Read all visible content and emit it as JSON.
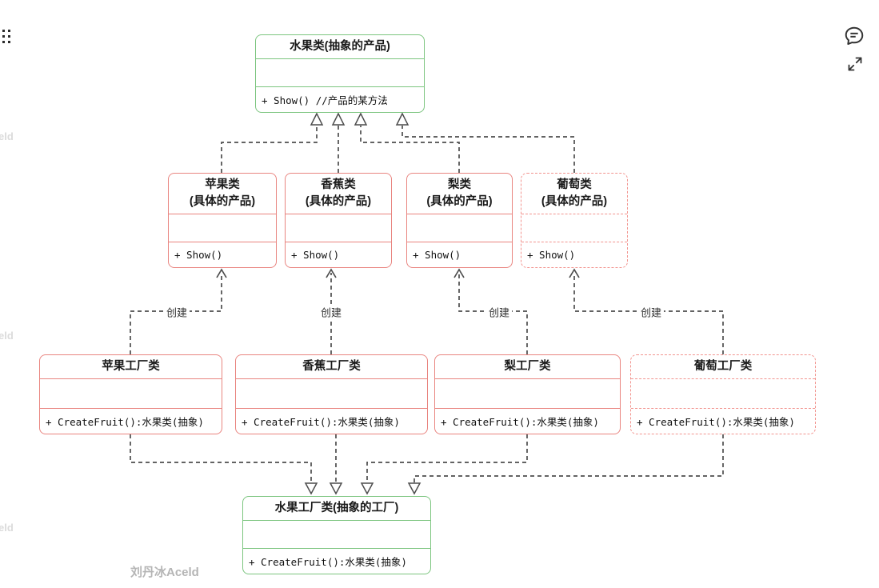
{
  "colors": {
    "abstract_border": "#7cc57f",
    "concrete_border": "#e98580",
    "planned_dashed_border": "#f2948f",
    "connector": "#4d4d4d",
    "watermark": "#b5b5b5"
  },
  "classes": {
    "abstract_product": {
      "title": "水果类(抽象的产品)",
      "method": "+ Show() //产品的某方法"
    },
    "apple_product": {
      "title": "苹果类",
      "subtitle": "(具体的产品)",
      "method": "+ Show()"
    },
    "banana_product": {
      "title": "香蕉类",
      "subtitle": "(具体的产品)",
      "method": "+ Show()"
    },
    "pear_product": {
      "title": "梨类",
      "subtitle": "(具体的产品)",
      "method": "+ Show()"
    },
    "grape_product": {
      "title": "葡萄类",
      "subtitle": "(具体的产品)",
      "method": "+ Show()"
    },
    "apple_factory": {
      "title": "苹果工厂类",
      "method": "+ CreateFruit():水果类(抽象)"
    },
    "banana_factory": {
      "title": "香蕉工厂类",
      "method": "+ CreateFruit():水果类(抽象)"
    },
    "pear_factory": {
      "title": "梨工厂类",
      "method": "+ CreateFruit():水果类(抽象)"
    },
    "grape_factory": {
      "title": "葡萄工厂类",
      "method": "+ CreateFruit():水果类(抽象)"
    },
    "abstract_factory": {
      "title": "水果工厂类(抽象的工厂)",
      "method": "+ CreateFruit():水果类(抽象)"
    }
  },
  "edge_labels": {
    "create": "创建"
  },
  "watermark": {
    "signature": "刘丹冰Aceld",
    "edge_fragment": "eld"
  },
  "icons": {
    "drag_handle": "grip-dots",
    "comment": "speech-bubble",
    "expand": "diagonal-arrows"
  }
}
